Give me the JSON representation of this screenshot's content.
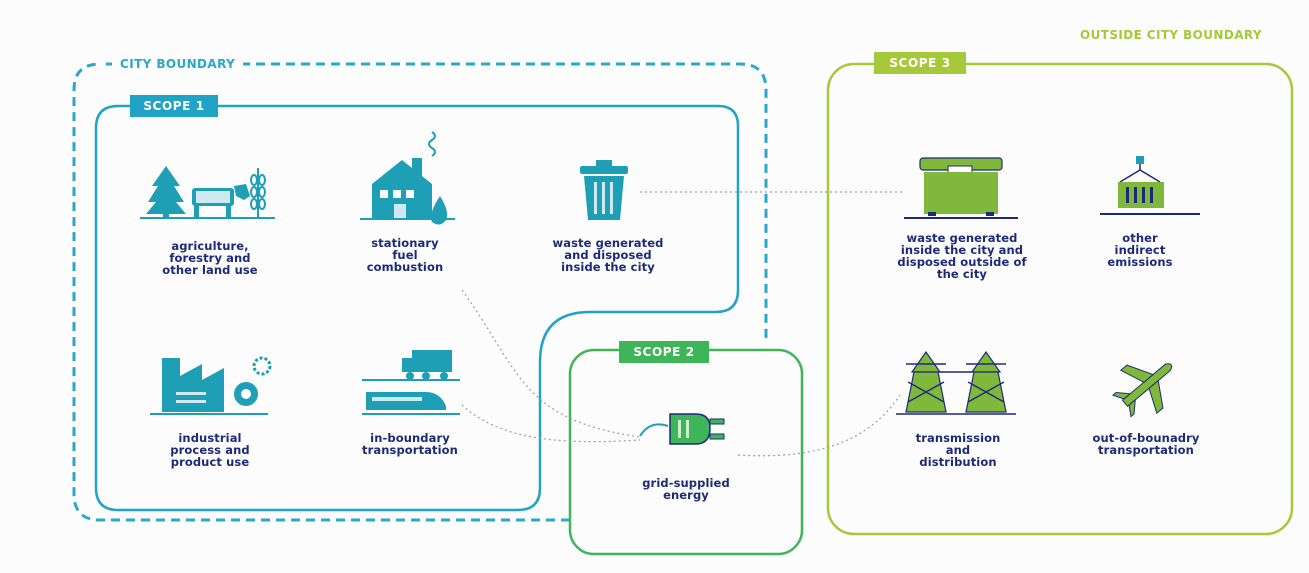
{
  "colors": {
    "city_blue": "#2aa7c9",
    "scope1_blue": "#21a3c6",
    "scope2_green": "#3fb55a",
    "scope3_green": "#a6c83a",
    "icon_teal": "#1f9fb5",
    "icon_green": "#7fb83a",
    "text_navy": "#1d2a78"
  },
  "boundaries": {
    "city": "CITY BOUNDARY",
    "outside": "OUTSIDE CITY BOUNDARY"
  },
  "scopes": {
    "scope1": "SCOPE 1",
    "scope2": "SCOPE 2",
    "scope3": "SCOPE 3"
  },
  "items": {
    "agriculture": "agriculture,\nforestry and\nother land use",
    "stationary": "stationary\nfuel\ncombustion",
    "waste_inside": "waste generated\nand disposed\ninside the city",
    "industrial": "industrial\nprocess and\nproduct use",
    "transport_in": "in-boundary\ntransportation",
    "grid": "grid-supplied\nenergy",
    "waste_outside": "waste generated\ninside the city and\ndisposed outside of\nthe city",
    "other_indirect": "other\nindirect\nemissions",
    "transmission": "transmission\nand\ndistribution",
    "transport_out": "out-of-bounadry\ntransportation"
  },
  "icons": {
    "agriculture": "tree-cow-wheat-icon",
    "stationary": "house-flame-icon",
    "waste_inside": "trash-bin-icon",
    "industrial": "factory-gear-icon",
    "transport_in": "truck-train-icon",
    "grid": "plug-icon",
    "waste_outside": "dumpster-icon",
    "other_indirect": "container-crane-icon",
    "transmission": "power-tower-icon",
    "transport_out": "airplane-icon"
  }
}
